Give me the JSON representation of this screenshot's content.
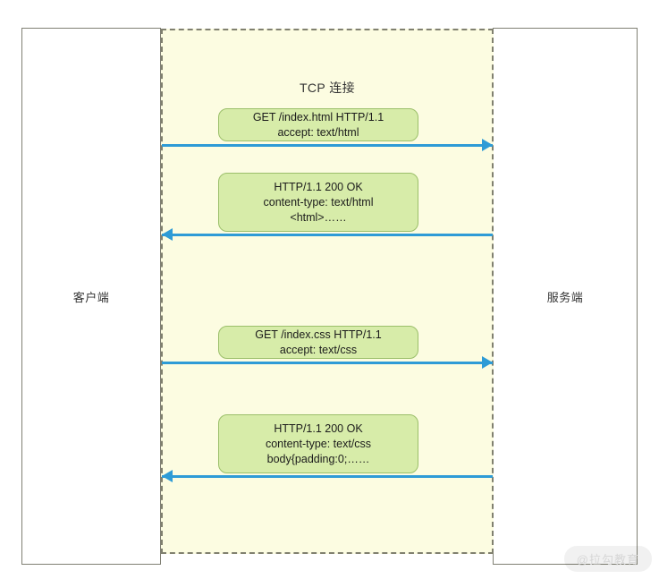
{
  "diagram": {
    "title_label": "TCP 连接",
    "participants": {
      "left": {
        "label": "客户端"
      },
      "right": {
        "label": "服务端"
      }
    },
    "messages": [
      {
        "direction": "request",
        "lines": [
          "GET /index.html HTTP/1.1",
          "accept: text/html"
        ]
      },
      {
        "direction": "response",
        "lines": [
          "HTTP/1.1 200 OK",
          "content-type: text/html",
          "<html>……"
        ]
      },
      {
        "direction": "request",
        "lines": [
          "GET /index.css HTTP/1.1",
          "accept: text/css"
        ]
      },
      {
        "direction": "response",
        "lines": [
          "HTTP/1.1 200 OK",
          "content-type: text/css",
          "body{padding:0;……"
        ]
      }
    ],
    "watermark": "@拉勾教育",
    "colors": {
      "frame_background": "#fcfce1",
      "frame_border": "#80806f",
      "message_fill": "#d7eca9",
      "message_border": "#9bbf6a",
      "arrow": "#2e9bd6",
      "participant_border": "#808074"
    }
  }
}
